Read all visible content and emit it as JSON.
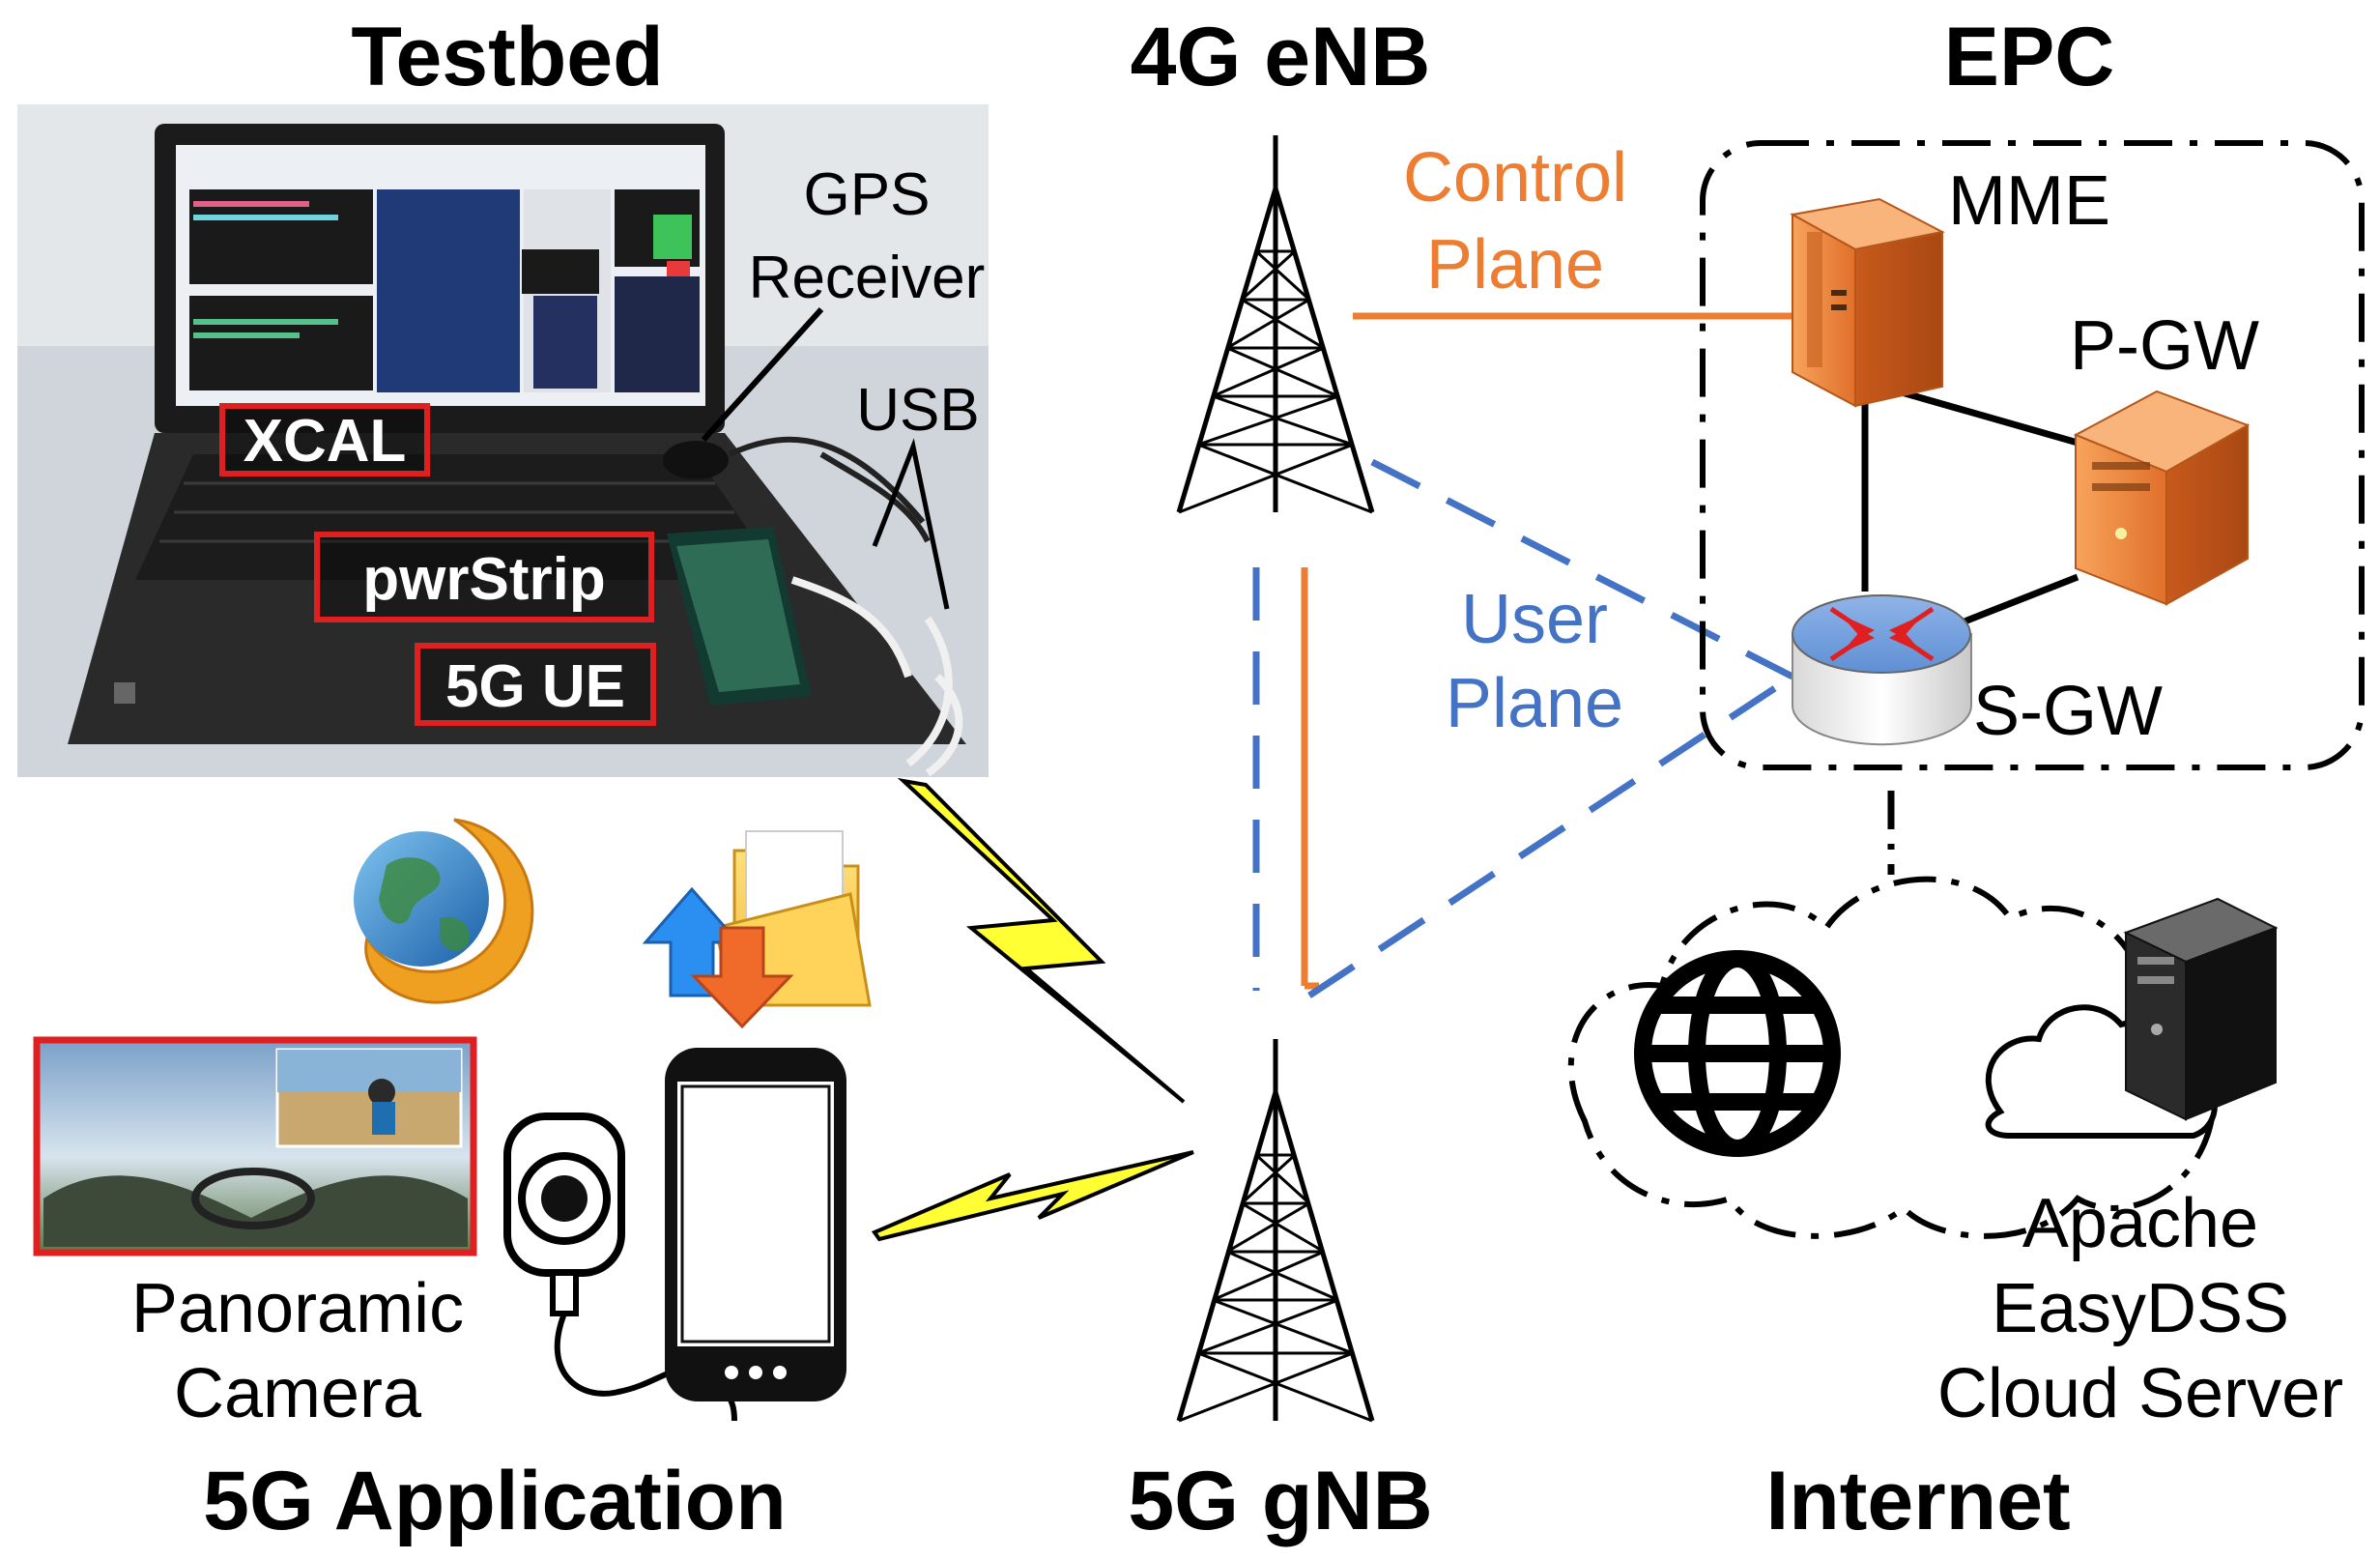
{
  "headings": {
    "testbed": "Testbed",
    "enb": "4G eNB",
    "epc": "EPC",
    "gnb": "5G gNB",
    "application": "5G Application",
    "internet": "Internet"
  },
  "testbed": {
    "gps_line1": "GPS",
    "gps_line2": "Receiver",
    "usb": "USB",
    "xcal": "XCAL",
    "pwrstrip": "pwrStrip",
    "ue": "5G UE"
  },
  "planes": {
    "control_line1": "Control",
    "control_line2": "Plane",
    "user_line1": "User",
    "user_line2": "Plane"
  },
  "epc": {
    "mme": "MME",
    "pgw": "P-GW",
    "sgw": "S-GW"
  },
  "application": {
    "camera_line1": "Panoramic",
    "camera_line2": "Camera"
  },
  "server": {
    "line1": "Apache",
    "line2": "EasyDSS",
    "line3": "Cloud Server"
  },
  "colors": {
    "control_plane": "#ED7D31",
    "user_plane": "#4472C4",
    "highlight_box": "#E02020",
    "lightning": "#FFFF33"
  }
}
